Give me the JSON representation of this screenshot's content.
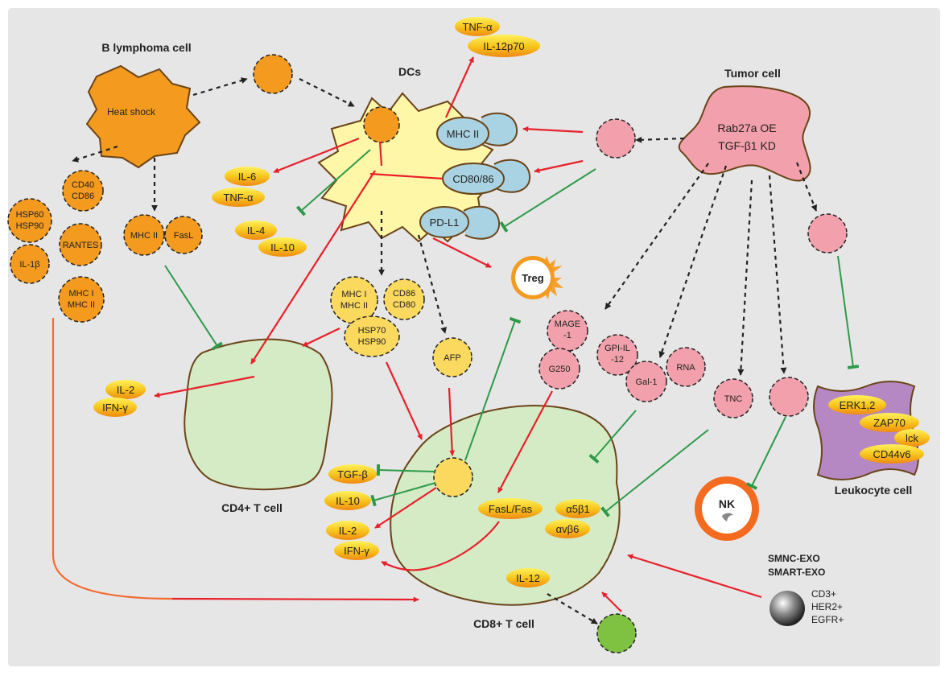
{
  "labels": {
    "b_lymphoma_cell": "B lymphoma cell",
    "heat_shock": "Heat shock",
    "dcs": "DCs",
    "tumor_cell": "Tumor cell",
    "rab27a_oe": "Rab27a OE",
    "tgf_kd": "TGF-β1 KD",
    "cd4_t_cell": "CD4+ T cell",
    "cd8_t_cell": "CD8+ T cell",
    "leukocyte_cell": "Leukocyte cell",
    "treg": "Treg",
    "nk": "NK",
    "smnc_exo": "SMNC-EXO",
    "smart_exo": "SMART-EXO",
    "cd3": "CD3+",
    "her2": "HER2+",
    "egfr": "EGFR+"
  },
  "receptors": {
    "mhc2": "MHC II",
    "cd8086": "CD80/86",
    "pdl1": "PD-L1"
  },
  "b_exosomes": {
    "cd40": "CD40",
    "cd86": "CD86",
    "hsp60": "HSP60",
    "hsp90": "HSP90",
    "rantes": "RANTES",
    "il1b": "IL-1β",
    "mhc1": "MHC I",
    "mhc2": "MHC II",
    "mhc2_single": "MHC II",
    "fasl": "FasL"
  },
  "dc_exosomes": {
    "mhc1": "MHC I",
    "mhc2": "MHC II",
    "cd86": "CD86",
    "cd80": "CD80",
    "hsp70": "HSP70",
    "hsp90": "HSP90",
    "afp": "AFP"
  },
  "tumor_exosomes": {
    "mage_1": "MAGE",
    "mage_2": "-1",
    "gpi_1": "GPI-IL",
    "gpi_2": "-12",
    "g250": "G250",
    "gal1": "Gal-1",
    "rna": "RNA",
    "tnc": "TNC"
  },
  "cytokines": {
    "tnfa_top": "TNF-α",
    "il12p70": "IL-12p70",
    "il6": "IL-6",
    "tnfa_mid": "TNF-α",
    "il4": "IL-4",
    "il10_dc": "IL-10",
    "il2_cd4": "IL-2",
    "ifng_cd4": "IFN-γ",
    "tgfb": "TGF-β",
    "il10_cd8": "IL-10",
    "il2_cd8": "IL-2",
    "ifng_cd8": "IFN-γ",
    "fasl_fas": "FasL/Fas",
    "a5b1": "α5β1",
    "avb6": "αvβ6",
    "il12": "IL-12"
  },
  "leukocyte_proteins": {
    "erk": "ERK1,2",
    "zap70": "ZAP70",
    "lck": "lck",
    "cd44v6": "CD44v6"
  },
  "colors": {
    "background": "#e6e6e6",
    "b_cell": "#f39a1f",
    "dc_cell": "#fff7a8",
    "tumor": "#f2a0ab",
    "t_cell": "#d4ebc6",
    "leukocyte": "#b588c3",
    "receptor": "#a9d3e2",
    "dc_exo": "#fbd95e",
    "green_exo": "#7fc241",
    "activate": "#e8202a",
    "inhibit": "#2e9a49",
    "outline": "#6b4418"
  }
}
